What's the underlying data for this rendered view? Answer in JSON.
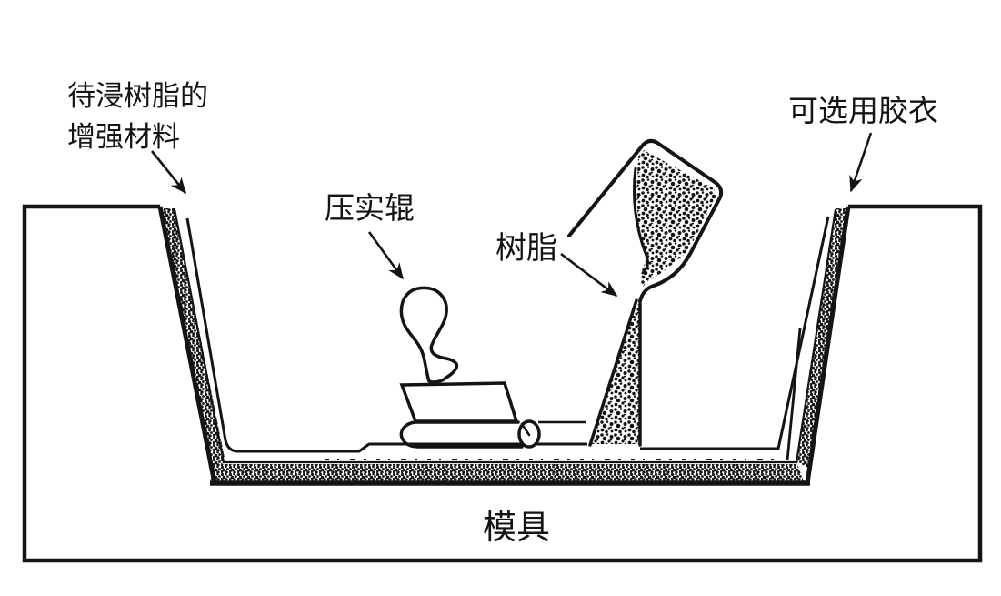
{
  "diagram": {
    "labels": {
      "reinforcement": {
        "line1": "待浸树脂的",
        "line2": "增强材料"
      },
      "roller": "压实辊",
      "resin": "树脂",
      "gelcoat": "可选用胶衣",
      "mold": "模具"
    },
    "colors": {
      "ink": "#141414",
      "background": "#ffffff"
    }
  }
}
